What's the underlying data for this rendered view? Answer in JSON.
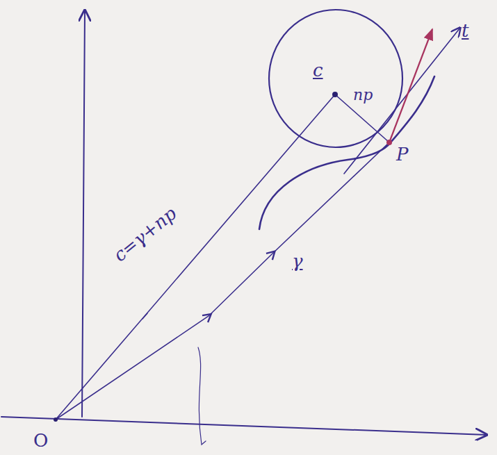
{
  "diagram": {
    "nodes": [
      {
        "text": [
          "c",
          "np"
        ]
      }
    ],
    "labels": [
      "P",
      "t",
      "c=γ+np",
      "γ",
      "O"
    ]
  }
}
